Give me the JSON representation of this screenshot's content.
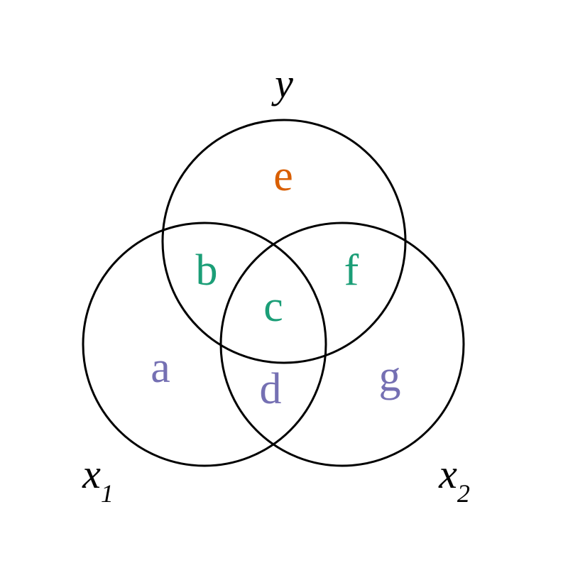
{
  "diagram": {
    "sets": {
      "y": {
        "name": "y",
        "subscript": ""
      },
      "x1": {
        "name": "x",
        "subscript": "1"
      },
      "x2": {
        "name": "x",
        "subscript": "2"
      }
    },
    "regions": {
      "a": {
        "label": "a",
        "color": "#7570b3"
      },
      "b": {
        "label": "b",
        "color": "#1b9e77"
      },
      "c": {
        "label": "c",
        "color": "#1b9e77"
      },
      "d": {
        "label": "d",
        "color": "#7570b3"
      },
      "e": {
        "label": "e",
        "color": "#d95f02"
      },
      "f": {
        "label": "f",
        "color": "#1b9e77"
      },
      "g": {
        "label": "g",
        "color": "#7570b3"
      }
    }
  }
}
